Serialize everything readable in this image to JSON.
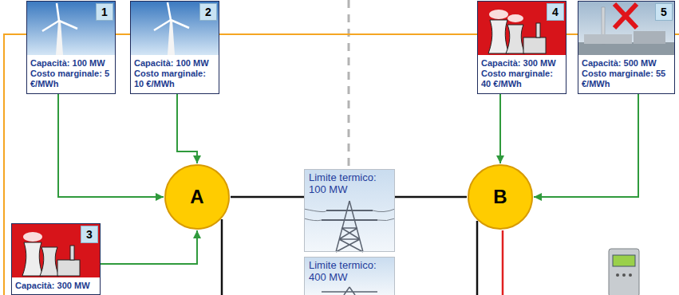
{
  "diagram": {
    "nodes": [
      {
        "text": [
          "Capacità: 100 MW Costo marginale: 5 €/MWh"
        ]
      },
      {
        "text": [
          "1"
        ],
        "in": 0
      },
      {
        "text": [
          "Capacità: 100 MW Costo marginale: 10 €/MWh"
        ]
      },
      {
        "text": [
          "2"
        ],
        "in": 2
      },
      {
        "text": [
          "Capacità: 300 MW Costo marginale: 40 €/MWh"
        ]
      },
      {
        "text": [
          "4"
        ],
        "in": 4
      },
      {
        "text": [
          "Capacità: 500 MW Costo marginale: 55 €/MWh"
        ]
      },
      {
        "text": [
          "5"
        ],
        "in": 6
      },
      {
        "text": [
          "A"
        ]
      },
      {
        "text": [
          "Limite termico: 100 MW"
        ]
      },
      {
        "text": [
          "B"
        ]
      },
      {
        "text": [
          "Capacità: 300 MW"
        ]
      },
      {
        "text": [
          "3"
        ],
        "in": 11
      },
      {
        "text": [
          "Limite termico: 400 MW"
        ]
      }
    ],
    "edges": [
      {
        "from": 0,
        "to": 8,
        "arrow": "to"
      },
      {
        "from": 2,
        "to": 8,
        "arrow": "to"
      },
      {
        "from": 11,
        "to": 8,
        "arrow": "to"
      },
      {
        "from": 4,
        "to": 10,
        "arrow": "to"
      },
      {
        "from": 6,
        "to": 10,
        "arrow": "to"
      },
      {
        "from": 8,
        "to": 9,
        "arrow": "none"
      },
      {
        "from": 9,
        "to": 10,
        "arrow": "none"
      }
    ]
  }
}
